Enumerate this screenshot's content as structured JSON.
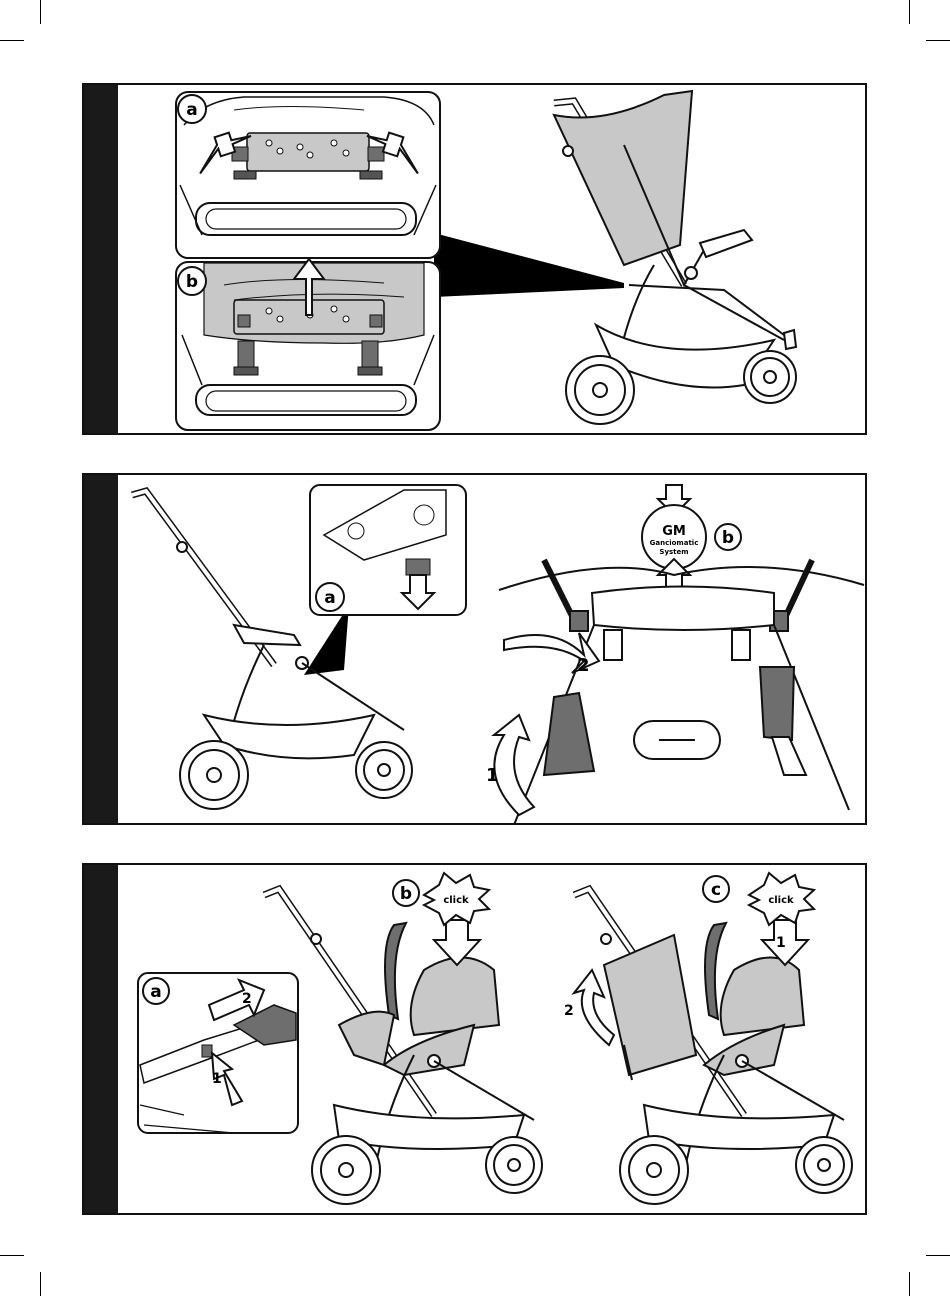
{
  "panel1": {
    "label_a": "a",
    "label_b": "b"
  },
  "panel2": {
    "label_a": "a",
    "label_b": "b",
    "gm_title": "GM",
    "gm_line1": "Ganciomatic",
    "gm_line2": "System",
    "step_1": "1",
    "step_2": "2"
  },
  "panel3": {
    "label_a": "a",
    "label_b": "b",
    "label_c": "c",
    "click_b": "click",
    "click_c": "click",
    "a_step_1": "1",
    "a_step_2": "2",
    "c_step_1": "1",
    "c_step_2": "2"
  },
  "colors": {
    "frame": "#111111",
    "fill_gray": "#c8c8c8",
    "dark_gray": "#6e6e6e",
    "side_bar": "#1a1a1a"
  }
}
